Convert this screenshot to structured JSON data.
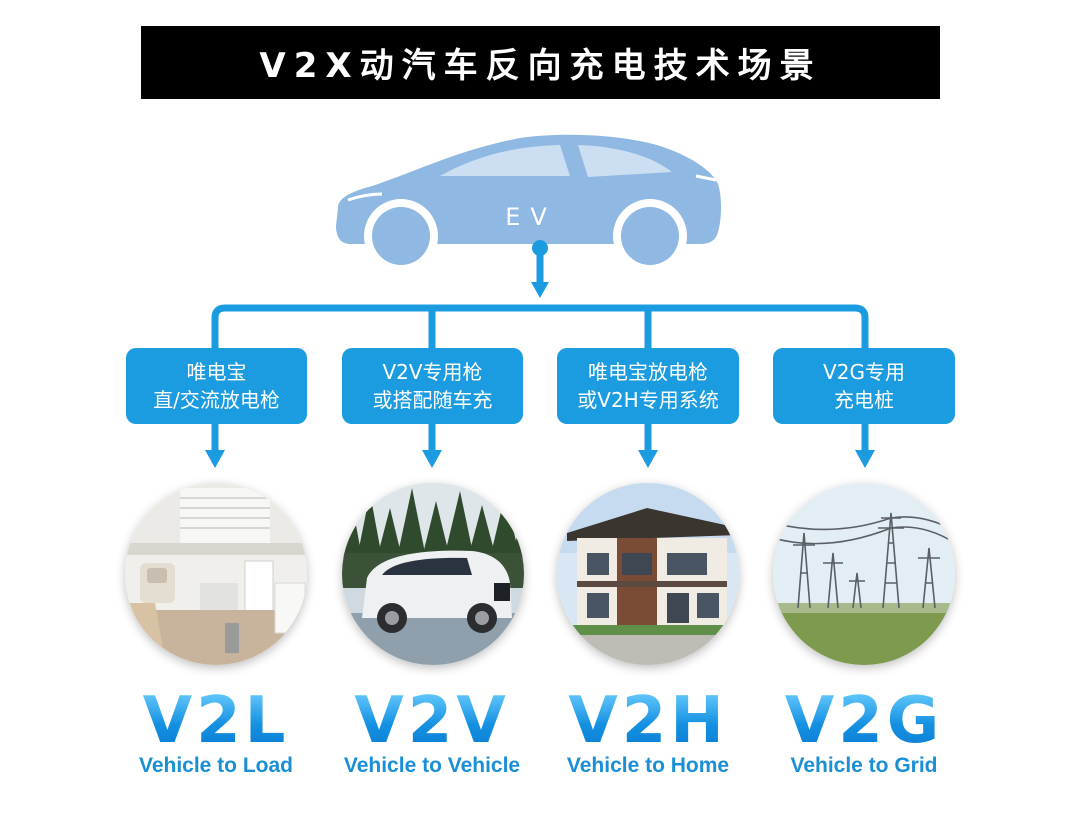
{
  "title": "V2X动汽车反向充电技术场景",
  "car_label": "EV",
  "colors": {
    "connector": "#1b9be0",
    "car": "#8fb8e2",
    "box": "#1b9be0",
    "title_bg": "#000000"
  },
  "scenarios": [
    {
      "box_line1": "唯电宝",
      "box_line2": "直/交流放电枪",
      "code": "V2L",
      "name": "Vehicle to Load",
      "photo": "kitchen-appliances"
    },
    {
      "box_line1": "V2V专用枪",
      "box_line2": "或搭配随车充",
      "code": "V2V",
      "name": "Vehicle to Vehicle",
      "photo": "mpv-charging"
    },
    {
      "box_line1": "唯电宝放电枪",
      "box_line2": "或V2H专用系统",
      "code": "V2H",
      "name": "Vehicle to Home",
      "photo": "two-storey-house"
    },
    {
      "box_line1": "V2G专用",
      "box_line2": "充电桩",
      "code": "V2G",
      "name": "Vehicle to Grid",
      "photo": "power-pylons"
    }
  ]
}
